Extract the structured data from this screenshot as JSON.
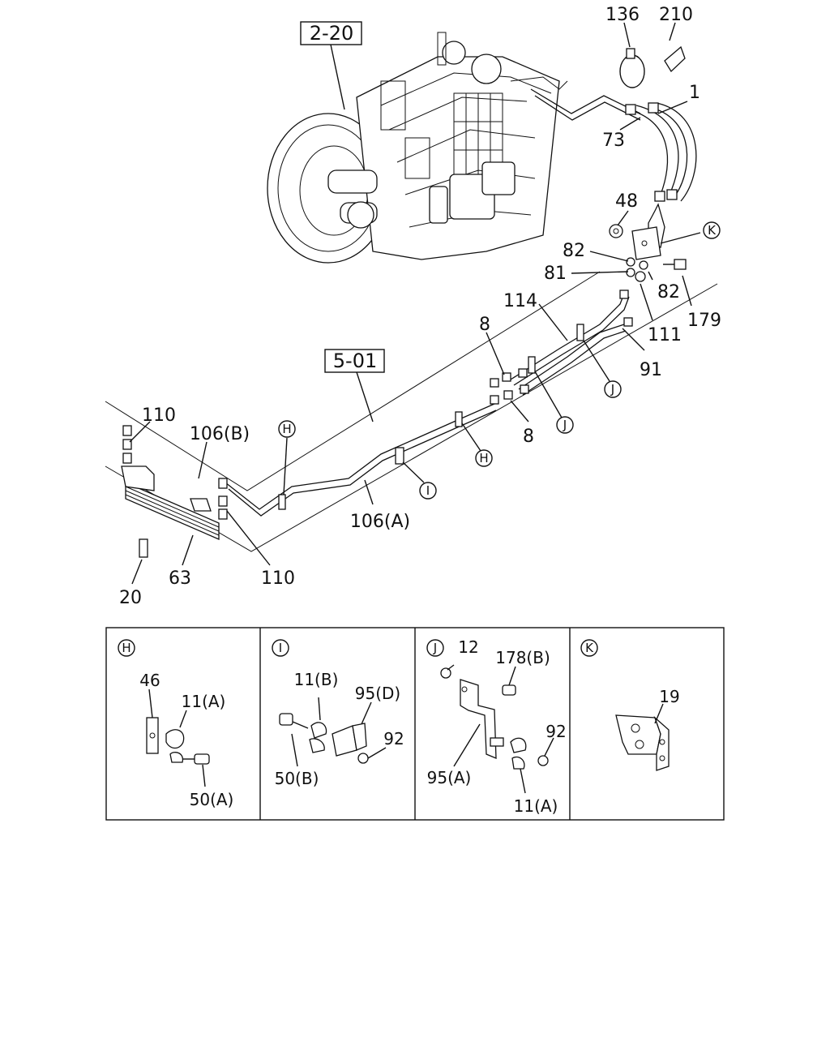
{
  "refs": {
    "transmission": "2-20",
    "frame": "5-01"
  },
  "callouts": {
    "c136": "136",
    "c210": "210",
    "c1": "1",
    "c73": "73",
    "c48": "48",
    "c82a": "82",
    "c82b": "82",
    "c81": "81",
    "c114": "114",
    "c179": "179",
    "c111": "111",
    "c91": "91",
    "c8a": "8",
    "c8b": "8",
    "c110a": "110",
    "c106b": "106(B)",
    "c106a": "106(A)",
    "c110b": "110",
    "c63": "63",
    "c20": "20"
  },
  "markers": {
    "H": "H",
    "I": "I",
    "J": "J",
    "K": "K"
  },
  "detail_panels": [
    {
      "marker": "H",
      "labels": {
        "a": "46",
        "b": "11(A)",
        "c": "50(A)"
      }
    },
    {
      "marker": "I",
      "labels": {
        "a": "11(B)",
        "b": "95(D)",
        "c": "92",
        "d": "50(B)"
      }
    },
    {
      "marker": "J",
      "labels": {
        "a": "12",
        "b": "178(B)",
        "c": "92",
        "d": "95(A)",
        "e": "11(A)"
      }
    },
    {
      "marker": "K",
      "labels": {
        "a": "19"
      }
    }
  ]
}
